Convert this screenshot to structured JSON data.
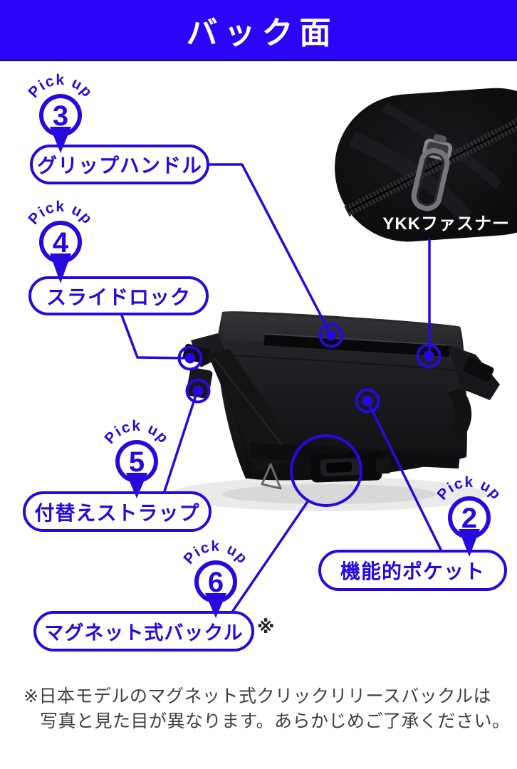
{
  "theme": {
    "accent": "#2609de",
    "header-bg": "#2c05f7",
    "header-border": "#1c039b",
    "label-text": "#2609de",
    "footnote-color": "#3f3f3f"
  },
  "header": {
    "title": "バック面"
  },
  "pickups": [
    {
      "badge": "Pick up",
      "number": "3",
      "label": "グリップハンドル"
    },
    {
      "badge": "Pick up",
      "number": "4",
      "label": "スライドロック"
    },
    {
      "badge": "Pick up",
      "number": "5",
      "label": "付替えストラップ"
    },
    {
      "badge": "Pick up",
      "number": "6",
      "label": "マグネット式バックル",
      "suffix": "※"
    },
    {
      "badge": "Pick up",
      "number": "2",
      "label": "機能的ポケット"
    }
  ],
  "inset": {
    "label": "YKKファスナー"
  },
  "footnote": {
    "line1": "※日本モデルのマグネット式クリックリリースバックルは",
    "line2": "写真と見た目が異なります。あらかじめご了承ください。"
  }
}
